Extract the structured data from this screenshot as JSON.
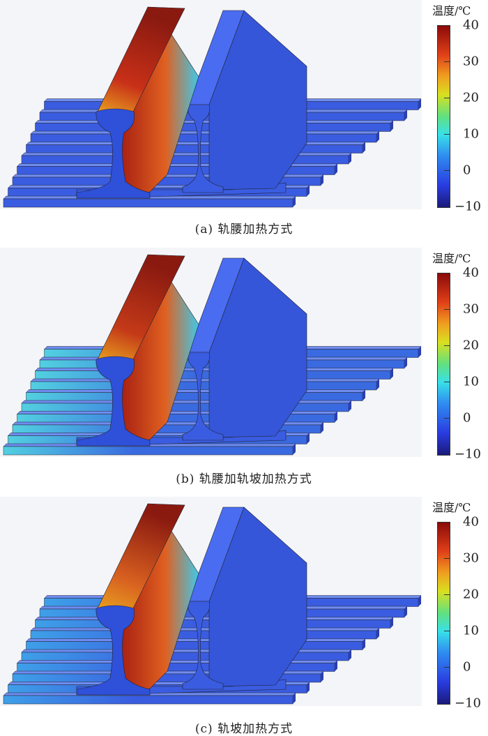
{
  "colorbar": {
    "title": "温度/℃",
    "ticks": [
      "40",
      "30",
      "20",
      "10",
      "0",
      "−10"
    ],
    "range": [
      -10,
      40
    ],
    "colors": [
      "#1a1a7a",
      "#2a3ce0",
      "#38e0e8",
      "#d8e020",
      "#e04018",
      "#8a0a0a"
    ]
  },
  "panels": [
    {
      "label": "(a)",
      "caption": "(a)  轨腰加热方式",
      "heated_rail": "#c83018",
      "sleeper_left": "#3a5ce0",
      "sleeper_right": "#3a5ce0"
    },
    {
      "label": "(b)",
      "caption": "(b)  轨腰加轨坡加热方式",
      "heated_rail": "#c43a18",
      "sleeper_left": "#52d0e0",
      "sleeper_right": "#3a6ae0"
    },
    {
      "label": "(c)",
      "caption": "(c)  轨坡加热方式",
      "heated_rail": "#d86020",
      "sleeper_left": "#3ea0e8",
      "sleeper_right": "#3a5ce0"
    }
  ]
}
